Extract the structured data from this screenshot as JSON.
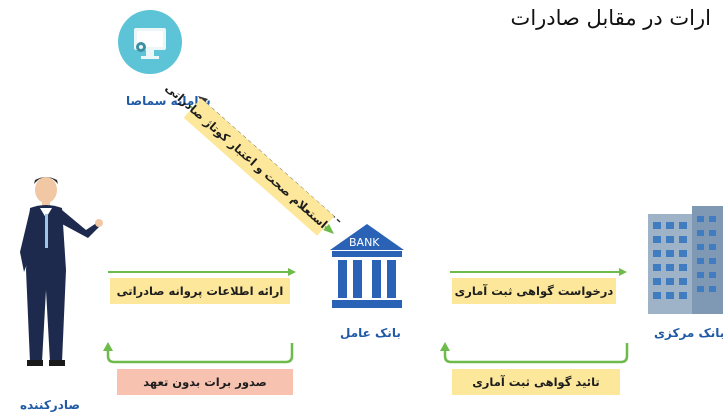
{
  "title": "ارات در مقابل صادرات",
  "nodes": {
    "samaneh": "سامانه سماصا",
    "bank": "بانک عامل",
    "central_bank": "بانک مرکزی",
    "exporter": "صادرکننده",
    "bank_sign": "BANK"
  },
  "arrows": {
    "inquiry": "استعلام صحت و اعتبار کوتاژ صادراتی",
    "license_info": "ارائه اطلاعات پروانه صادراتی",
    "issue_draft": "صدور برات بدون تعهد",
    "request_cert": "درخواست گواهی ثبت آماری",
    "confirm_cert": "تائید گواهی ثبت آماری"
  },
  "colors": {
    "yellow_box": "#fce79a",
    "pink_box": "#f7c2b0",
    "green_arrow": "#6dbb4a",
    "label_blue": "#1f5aa6",
    "bank_blue": "#2a63b5"
  }
}
